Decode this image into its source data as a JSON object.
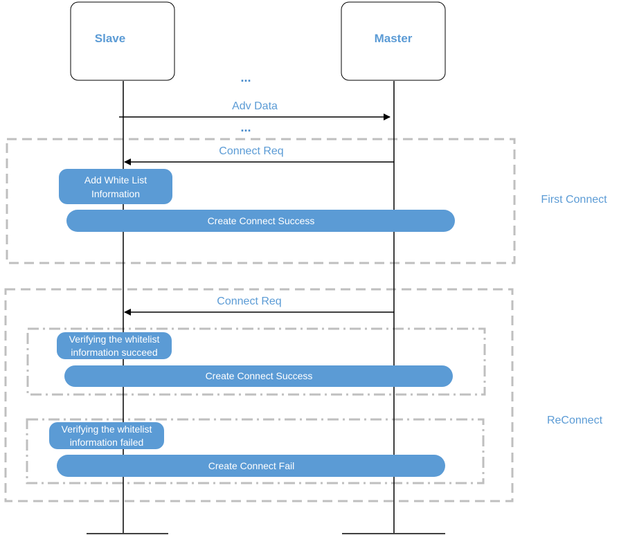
{
  "diagram": {
    "actors": {
      "slave": "Slave",
      "master": "Master"
    },
    "ellipsis_top": "...",
    "ellipsis_bottom": "...",
    "messages": {
      "adv_data": "Adv Data",
      "connect_req_first": "Connect Req",
      "connect_req_reconnect": "Connect Req"
    },
    "first_connect": {
      "label": "First Connect",
      "note_line1": "Add White List",
      "note_line2": "Information",
      "result": "Create Connect Success"
    },
    "reconnect": {
      "label": "ReConnect",
      "success_note_line1": "Verifying the whitelist",
      "success_note_line2": "information succeed",
      "success_result": "Create Connect Success",
      "fail_note_line1": "Verifying the whitelist",
      "fail_note_line2": "information failed",
      "fail_result": "Create Connect Fail"
    },
    "colors": {
      "accent": "#5b9bd5",
      "pill_fill": "#5b9bd5",
      "group_border": "#bfbfbf",
      "line": "#000000"
    }
  }
}
